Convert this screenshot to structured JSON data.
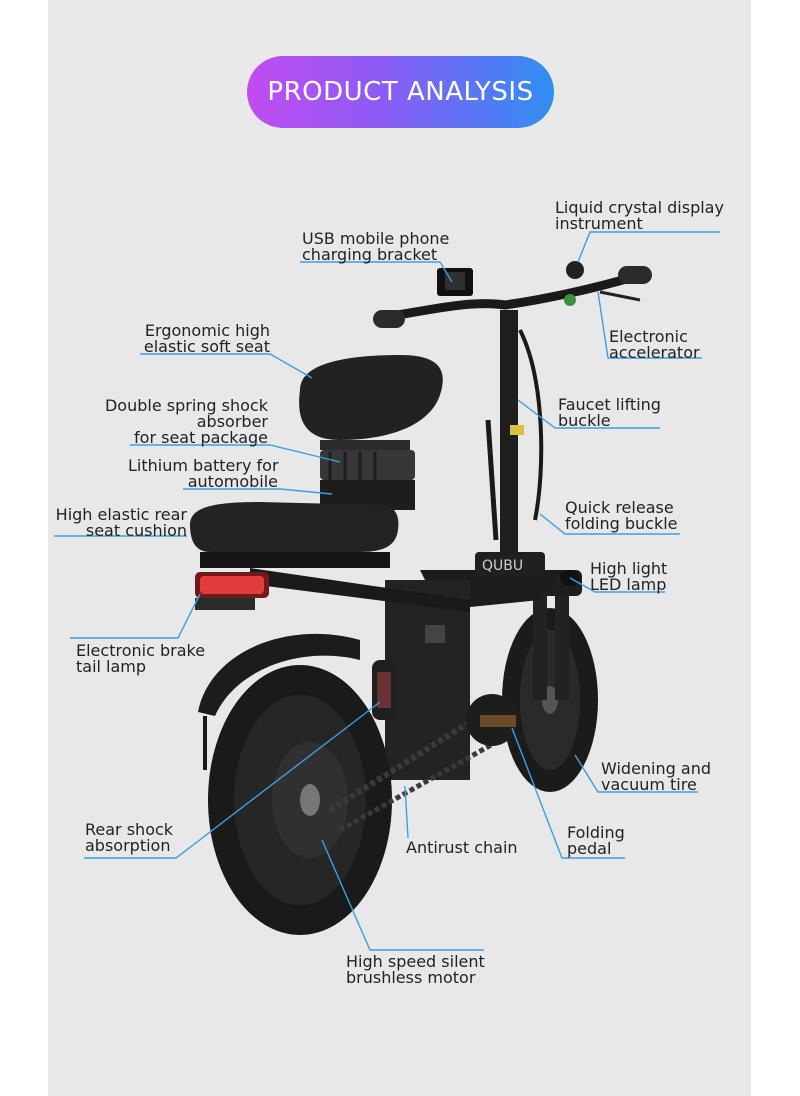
{
  "title": "PRODUCT ANALYSIS",
  "colors": {
    "pill_gradient": [
      "#c24bf0",
      "#8a5cf5",
      "#2f8ef2"
    ],
    "callout_line": "#3d9fe0",
    "background": "#e8e8e8"
  },
  "labels": {
    "lcd": [
      "Liquid crystal display",
      "instrument"
    ],
    "usb": [
      "USB mobile phone",
      "charging bracket"
    ],
    "ergonomic": [
      "Ergonomic high",
      "elastic soft seat"
    ],
    "accelerator": [
      "Electronic",
      "accelerator"
    ],
    "double_spring": [
      "Double spring shock",
      "absorber",
      "for seat package"
    ],
    "faucet": [
      "Faucet lifting",
      "buckle"
    ],
    "battery": [
      "Lithium battery for",
      "automobile"
    ],
    "seat_cushion": [
      "High elastic rear",
      "seat cushion"
    ],
    "quick_release": [
      "Quick release",
      "folding buckle"
    ],
    "led": [
      "High light",
      "LED lamp"
    ],
    "brake": [
      "Electronic brake",
      "tail lamp"
    ],
    "tire": [
      "Widening and",
      "vacuum tire"
    ],
    "rear_shock": [
      "Rear shock",
      "absorption"
    ],
    "chain": [
      "Antirust chain"
    ],
    "pedal": [
      "Folding",
      "pedal"
    ],
    "motor": [
      "High speed silent",
      "brushless motor"
    ]
  },
  "bike_brand": "QUBU"
}
